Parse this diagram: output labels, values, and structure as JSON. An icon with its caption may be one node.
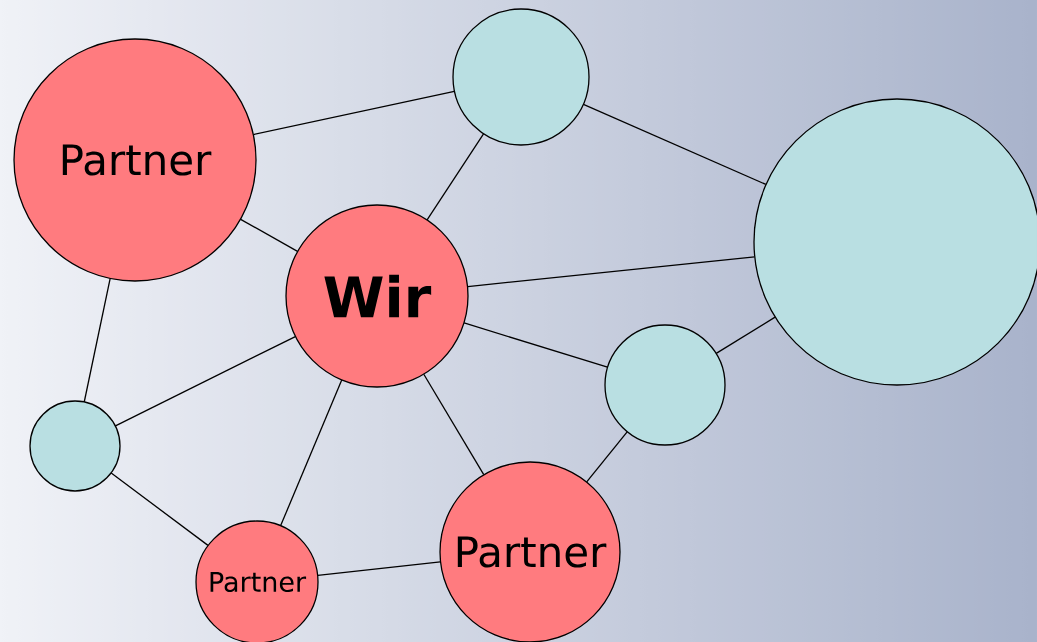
{
  "diagram": {
    "nodes": [
      {
        "text": [],
        "shape": "circle"
      },
      {
        "text": [
          "Partner"
        ]
      },
      {
        "text": [],
        "shape": "circle"
      },
      {
        "text": [
          "Wir"
        ]
      },
      {
        "text": [],
        "shape": "circle"
      },
      {
        "text": [],
        "shape": "circle"
      },
      {
        "text": [
          "Partner"
        ]
      },
      {
        "text": [
          "Partner"
        ]
      }
    ],
    "edges": [
      {
        "from": 1,
        "to": 0,
        "arrow": "none"
      },
      {
        "from": 0,
        "to": 2,
        "arrow": "none"
      },
      {
        "from": 0,
        "to": 3,
        "arrow": "none"
      },
      {
        "from": 1,
        "to": 3,
        "arrow": "none"
      },
      {
        "from": 1,
        "to": 5,
        "arrow": "none"
      },
      {
        "from": 3,
        "to": 2,
        "arrow": "none"
      },
      {
        "from": 3,
        "to": 5,
        "arrow": "none"
      },
      {
        "from": 3,
        "to": 4,
        "arrow": "none"
      },
      {
        "from": 3,
        "to": 7,
        "arrow": "none"
      },
      {
        "from": 3,
        "to": 6,
        "arrow": "none"
      },
      {
        "from": 4,
        "to": 2,
        "arrow": "none"
      },
      {
        "from": 4,
        "to": 6,
        "arrow": "none"
      },
      {
        "from": 5,
        "to": 7,
        "arrow": "none"
      },
      {
        "from": 7,
        "to": 6,
        "arrow": "none"
      }
    ]
  }
}
